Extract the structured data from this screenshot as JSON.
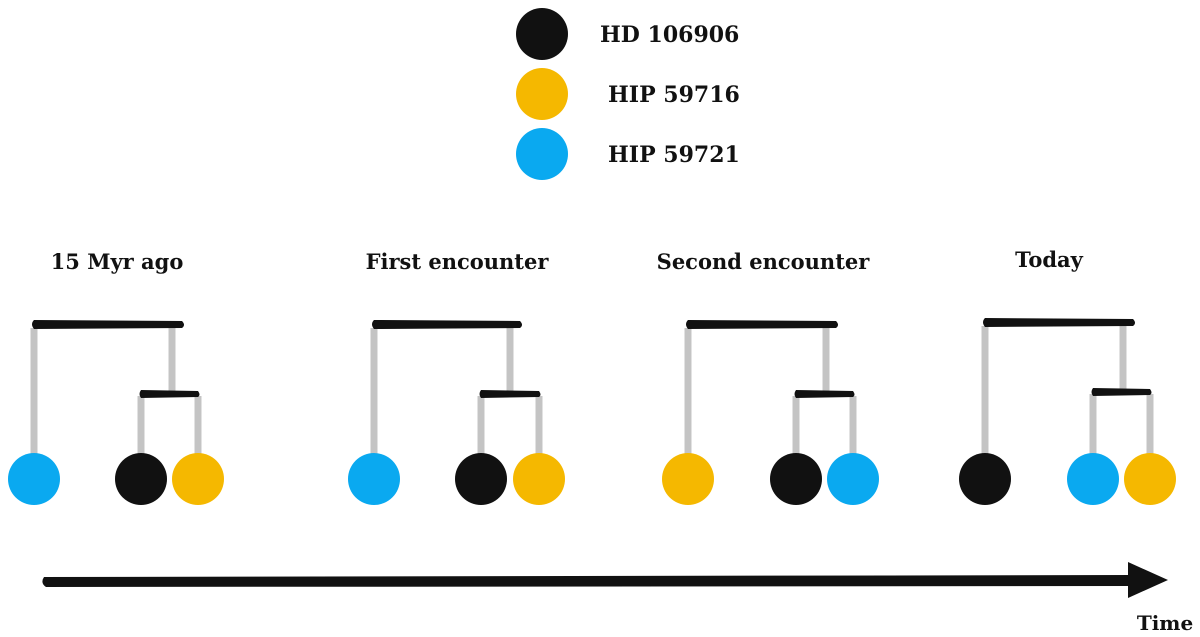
{
  "colors": {
    "HD 106906": "#111111",
    "HIP 59716": "#f5b800",
    "HIP 59721": "#0aa9f0",
    "stem": "#c4c4c4",
    "bar": "#111111"
  },
  "legend": [
    {
      "label": "HD 106906"
    },
    {
      "label": "HIP 59716"
    },
    {
      "label": "HIP 59721"
    }
  ],
  "stages": [
    {
      "title": "15 Myr ago",
      "outer": "HIP 59721",
      "inner": [
        "HD 106906",
        "HIP 59716"
      ]
    },
    {
      "title": "First encounter",
      "outer": "HIP 59721",
      "inner": [
        "HD 106906",
        "HIP 59716"
      ]
    },
    {
      "title": "Second encounter",
      "outer": "HIP 59716",
      "inner": [
        "HD 106906",
        "HIP 59721"
      ]
    },
    {
      "title": "Today",
      "outer": "HD 106906",
      "inner": [
        "HIP 59721",
        "HIP 59716"
      ]
    }
  ],
  "axis": {
    "label": "Time"
  }
}
